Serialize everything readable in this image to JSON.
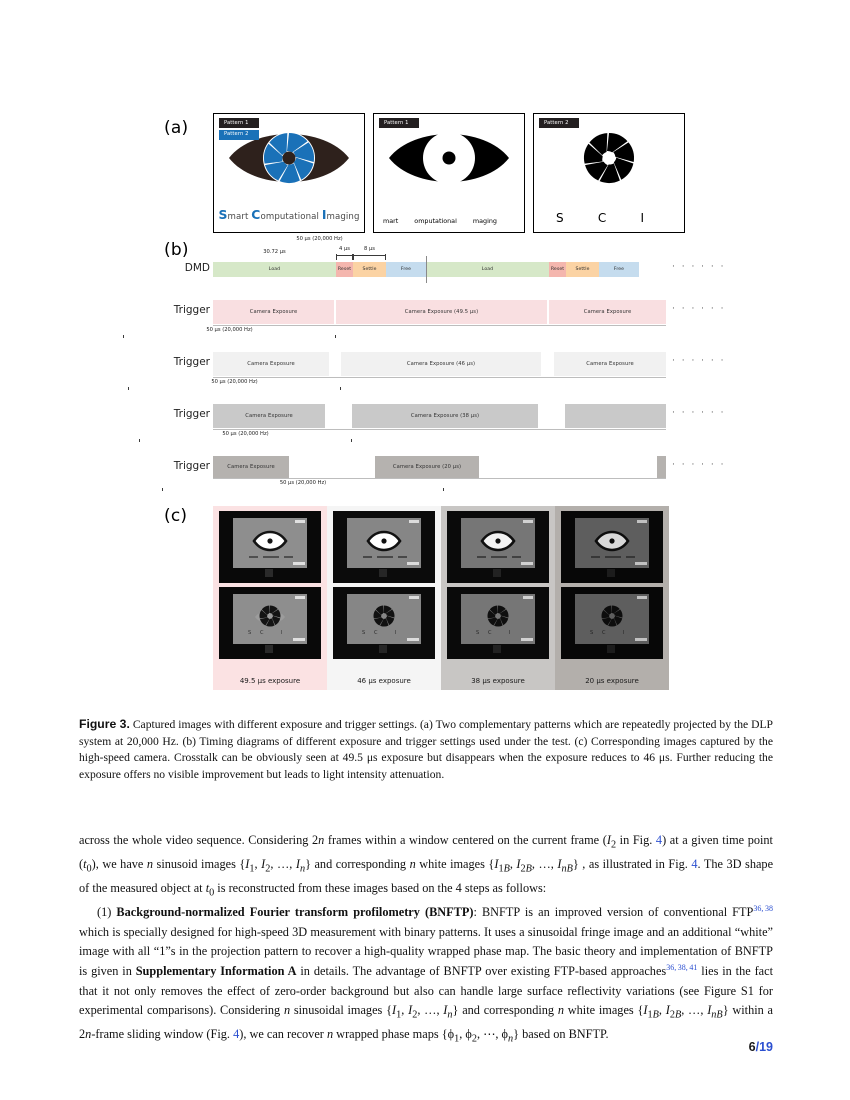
{
  "figure": {
    "panel_a": {
      "label": "(a)",
      "boxes": [
        {
          "tags": [
            "Pattern 1",
            "Pattern 2"
          ],
          "caption_parts": [
            "S",
            "mart ",
            "C",
            "omputational ",
            "I",
            "maging"
          ],
          "caption_full": "Smart Computational Imaging"
        },
        {
          "tags": [
            "Pattern 1"
          ],
          "caption_full": "mart    omputational    maging",
          "words": [
            "mart",
            "omputational",
            "maging"
          ]
        },
        {
          "tags": [
            "Pattern 2"
          ],
          "caption_full": "S   C   I",
          "letters": [
            "S",
            "C",
            "I"
          ]
        }
      ]
    },
    "panel_b": {
      "label": "(b)",
      "rows": [
        {
          "name": "DMD",
          "label": "DMD",
          "dims": [
            {
              "text": "50 µs (20,000 Hz)"
            },
            {
              "text": "30.72 µs"
            },
            {
              "text": "4 µs"
            },
            {
              "text": "8 µs"
            }
          ],
          "segments": [
            {
              "label": "Load",
              "kind": "load"
            },
            {
              "label": "Reset",
              "kind": "reset"
            },
            {
              "label": "Settle",
              "kind": "settle"
            },
            {
              "label": "Free",
              "kind": "free"
            },
            {
              "label": "Load",
              "kind": "load"
            },
            {
              "label": "Reset",
              "kind": "reset"
            },
            {
              "label": "Settle",
              "kind": "settle"
            },
            {
              "label": "Free",
              "kind": "free"
            }
          ],
          "continuation": "· · · · · ·"
        },
        {
          "name": "trigger-49-5",
          "label": "Trigger",
          "dim": "50 µs (20,000 Hz)",
          "segments": [
            {
              "label": "Camera Exposure"
            },
            {
              "label": "Camera Exposure (49.5 µs)"
            },
            {
              "label": "Camera Exposure"
            }
          ],
          "continuation": "· · · · · ·"
        },
        {
          "name": "trigger-46",
          "label": "Trigger",
          "dim": "50 µs (20,000 Hz)",
          "segments": [
            {
              "label": "Camera Exposure"
            },
            {
              "label": "Camera Exposure (46 µs)"
            },
            {
              "label": "Camera Exposure"
            }
          ],
          "continuation": "· · · · · ·"
        },
        {
          "name": "trigger-38",
          "label": "Trigger",
          "dim": "50 µs (20,000 Hz)",
          "segments": [
            {
              "label": "Camera Exposure"
            },
            {
              "label": "Camera Exposure (38 µs)"
            },
            {
              "label": ""
            }
          ],
          "continuation": "· · · · · ·"
        },
        {
          "name": "trigger-20",
          "label": "Trigger",
          "dim": "50 µs (20,000 Hz)",
          "segments": [
            {
              "label": "Camera Exposure"
            },
            {
              "label": "Camera Exposure (20 µs)"
            },
            {
              "label": ""
            }
          ],
          "continuation": "· · · · · ·"
        }
      ]
    },
    "panel_c": {
      "label": "(c)",
      "columns": [
        {
          "caption": "49.5 µs exposure",
          "bg": "#fbe2e3"
        },
        {
          "caption": "46 µs exposure",
          "bg": "#f5f5f5"
        },
        {
          "caption": "38 µs exposure",
          "bg": "#c8c6c4"
        },
        {
          "caption": "20 µs exposure",
          "bg": "#b3afab"
        }
      ]
    }
  },
  "caption": {
    "title": "Figure 3.",
    "text": " Captured images with different exposure and trigger settings. (a) Two complementary patterns which are repeatedly projected by the DLP system at 20,000 Hz. (b) Timing diagrams of different exposure and trigger settings used under the test. (c) Corresponding images captured by the high-speed camera. Crosstalk can be obviously seen at 49.5 μs exposure but disappears when the exposure reduces to 46 μs. Further reducing the exposure offers no visible improvement but leads to light intensity attenuation."
  },
  "body": {
    "paragraph1_html": "across the whole video sequence. Considering 2<i>n</i> frames within a window centered on the current frame (<i>I</i><sub>2</sub> in Fig. <span class=\"lnk\">4</span>) at a given time point (<i>t</i><sub>0</sub>), we have <i>n</i> sinusoid images {<i>I</i><sub>1</sub>, <i>I</i><sub>2</sub>, …, <i>I<sub>n</sub></i>} and corresponding <i>n</i> white images {<i>I</i><sub>1<i>B</i></sub>, <i>I</i><sub>2<i>B</i></sub>, …, <i>I<sub>nB</sub></i>} , as illustrated in Fig. <span class=\"lnk\">4</span>. The 3D shape of the measured object at <i>t</i><sub>0</sub> is reconstructed from these images based on the 4 steps as follows:",
    "paragraph2_html": "(1) <b>Background-normalized Fourier transform profilometry (BNFTP)</b>: BNFTP is an improved version of conventional FTP<sup class=\"ref\">36, 38</sup> which is specially designed for high-speed 3D measurement with binary patterns. It uses a sinusoidal fringe image and an additional “white” image with all “1”s in the projection pattern to recover a high-quality wrapped phase map. The basic theory and implementation of BNFTP is given in <b>Supplementary Information A</b> in details. The advantage of BNFTP over existing FTP-based approaches<sup class=\"ref\">36, 38, 41</sup> lies in the fact that it not only removes the effect of zero-order background but also can handle large surface reflectivity variations (see Figure S1 for experimental comparisons). Considering <i>n</i> sinusoidal images {<i>I</i><sub>1</sub>, <i>I</i><sub>2</sub>, …, <i>I<sub>n</sub></i>} and corresponding <i>n</i> white images {<i>I</i><sub>1<i>B</i></sub>, <i>I</i><sub>2<i>B</i></sub>, …, <i>I<sub>nB</sub></i>} within a 2<i>n</i>-frame sliding window (Fig. <span class=\"lnk\">4</span>), we can recover <i>n</i> wrapped phase maps {ϕ<sub>1</sub>, ϕ<sub>2</sub>, ⋯, ϕ<i><sub>n</sub></i>} based on BNFTP."
  },
  "footer": {
    "page": "6",
    "separator": "/",
    "total": "19"
  },
  "colors": {
    "accent_blue": "#1a71b8",
    "link_blue": "#2b4fd0",
    "load": "#d6e8c8",
    "reset": "#f4b6ae",
    "settle": "#fbd3a4",
    "free": "#c5dcee",
    "exposure_pink": "#f9dfe1"
  }
}
